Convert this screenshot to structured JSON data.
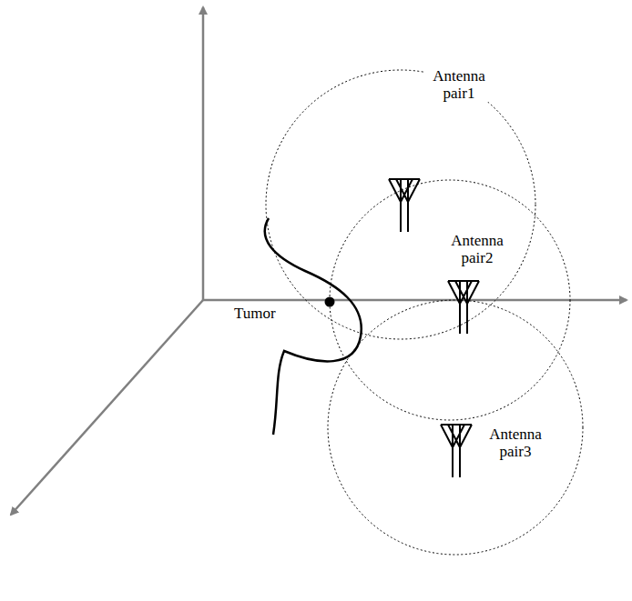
{
  "diagram": {
    "labels": [
      "Antenna pair1",
      "Antenna pair2",
      "Antenna pair3",
      "Tumor"
    ]
  }
}
